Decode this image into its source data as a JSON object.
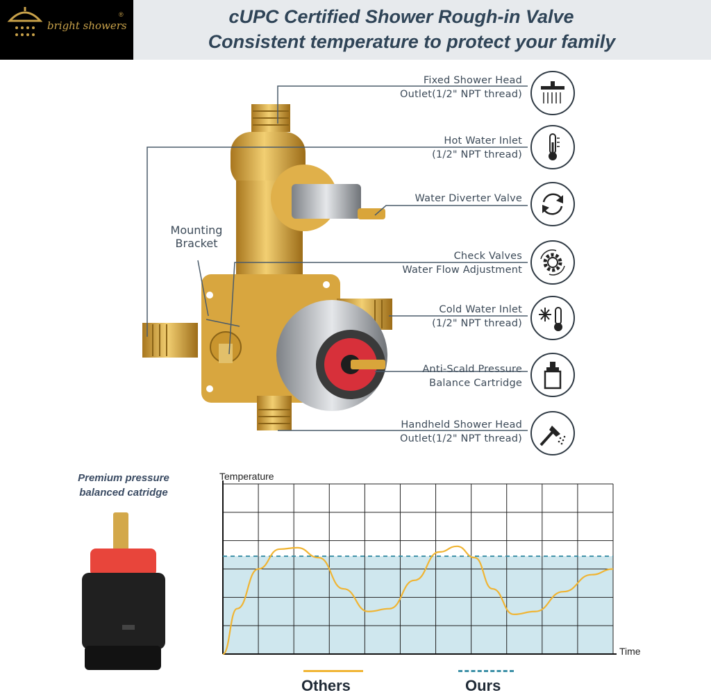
{
  "brand": {
    "name": "bright showers",
    "reg": "®"
  },
  "header": {
    "line1": "cUPC Certified Shower Rough-in Valve",
    "line2": "Consistent temperature to protect your family"
  },
  "callouts": [
    {
      "id": "fixed",
      "line1": "Fixed Shower Head",
      "line2": "Outlet(1/2\" NPT thread)",
      "icon": "rain-shower-head-icon"
    },
    {
      "id": "hot",
      "line1": "Hot Water Inlet",
      "line2": "(1/2\" NPT thread)",
      "icon": "thermometer-icon"
    },
    {
      "id": "diverter",
      "line1": "Water Diverter Valve",
      "line2": "",
      "icon": "rotate-arrows-icon"
    },
    {
      "id": "check",
      "line1": "Check Valves",
      "line2": "Water Flow Adjustment",
      "icon": "gear-icon"
    },
    {
      "id": "cold",
      "line1": "Cold Water Inlet",
      "line2": "(1/2\" NPT thread)",
      "icon": "snowflake-thermometer-icon"
    },
    {
      "id": "cartridge",
      "line1": "Anti-Scald Pressure",
      "line2": "Balance Cartridge",
      "icon": "cartridge-icon"
    },
    {
      "id": "handheld",
      "line1": "Handheld Shower Head",
      "line2": "Outlet(1/2\" NPT thread)",
      "icon": "handheld-shower-icon"
    }
  ],
  "mounting": {
    "line1": "Mounting",
    "line2": "Bracket"
  },
  "cartridge_caption": {
    "line1": "Premium pressure",
    "line2": "balanced catridge"
  },
  "chart_data": {
    "type": "line",
    "ylabel": "Temperature",
    "xlabel": "Time",
    "xlim": [
      0,
      11
    ],
    "ylim": [
      0,
      6
    ],
    "grid": true,
    "series": [
      {
        "name": "Others",
        "color": "#f0b432",
        "style": "solid",
        "points": [
          [
            0,
            0
          ],
          [
            0.4,
            1.6
          ],
          [
            1,
            3.0
          ],
          [
            1.6,
            3.7
          ],
          [
            2.1,
            3.75
          ],
          [
            2.7,
            3.4
          ],
          [
            3.4,
            2.3
          ],
          [
            4.1,
            1.5
          ],
          [
            4.7,
            1.6
          ],
          [
            5.4,
            2.6
          ],
          [
            6.1,
            3.6
          ],
          [
            6.6,
            3.8
          ],
          [
            7.1,
            3.4
          ],
          [
            7.6,
            2.3
          ],
          [
            8.2,
            1.4
          ],
          [
            8.8,
            1.5
          ],
          [
            9.6,
            2.2
          ],
          [
            10.4,
            2.8
          ],
          [
            11,
            3.0
          ]
        ]
      },
      {
        "name": "Ours",
        "color": "#3b8fa6",
        "style": "dashed",
        "value": 3.45,
        "fill": "#cfe7ee"
      }
    ],
    "legend_position": "bottom"
  }
}
